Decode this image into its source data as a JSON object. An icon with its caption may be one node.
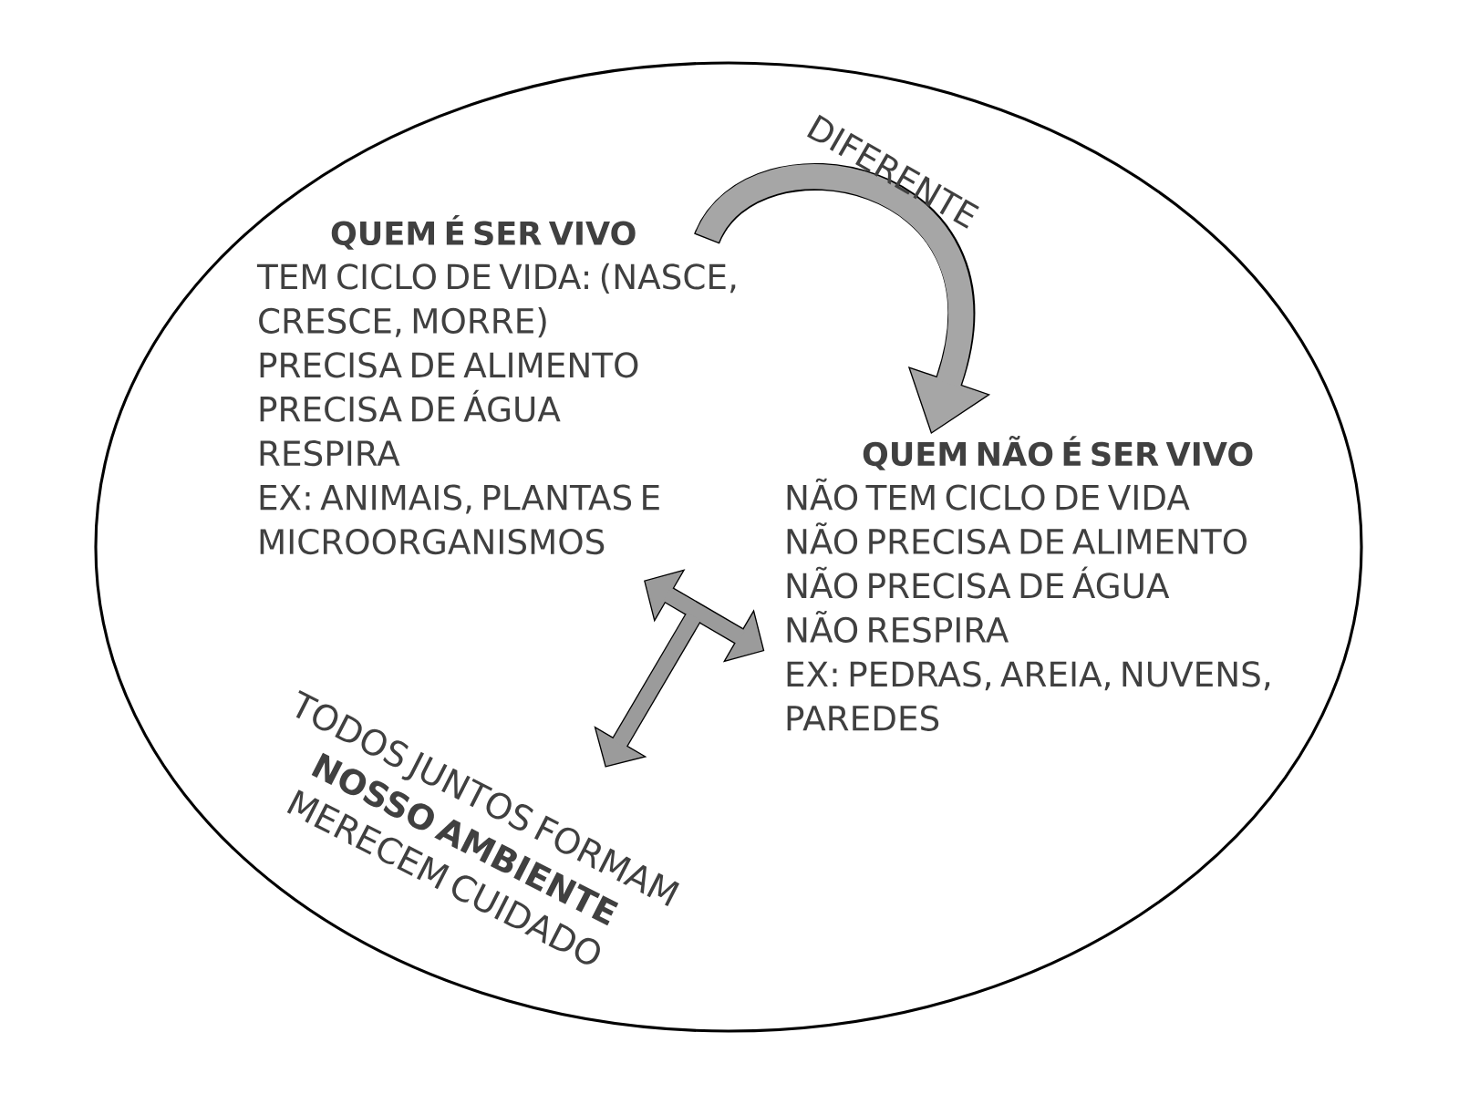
{
  "diagram": {
    "nodes": [
      {
        "text": [],
        "shape": "ellipse"
      },
      {
        "text": [
          "QUEM É SER VIVO",
          "TEM CICLO DE VIDA: (NASCE, CRESCE, MORRE)",
          "PRECISA DE ALIMENTO",
          "PRECISA DE ÁGUA",
          "RESPIRA",
          "EX: ANIMAIS, PLANTAS E MICROORGANISMOS"
        ],
        "in": 0
      },
      {
        "text": [
          "QUEM NÃO É SER VIVO",
          "NÃO TEM CICLO DE VIDA",
          "NÃO PRECISA DE ALIMENTO",
          "NÃO PRECISA DE ÁGUA",
          "NÃO RESPIRA",
          "EX: PEDRAS, AREIA, NUVENS, PAREDES"
        ],
        "in": 0
      },
      {
        "text": [
          "TODOS JUNTOS FORMAM",
          "NOSSO AMBIENTE",
          "MERECEM CUIDADO"
        ],
        "in": 0
      }
    ],
    "edges": [
      {
        "from": 1,
        "to": 2,
        "arrow": "to",
        "label": "DIFERENTE"
      },
      {
        "from": 3,
        "to": 1,
        "arrow": "both"
      },
      {
        "from": 3,
        "to": 2,
        "arrow": "both"
      }
    ]
  }
}
